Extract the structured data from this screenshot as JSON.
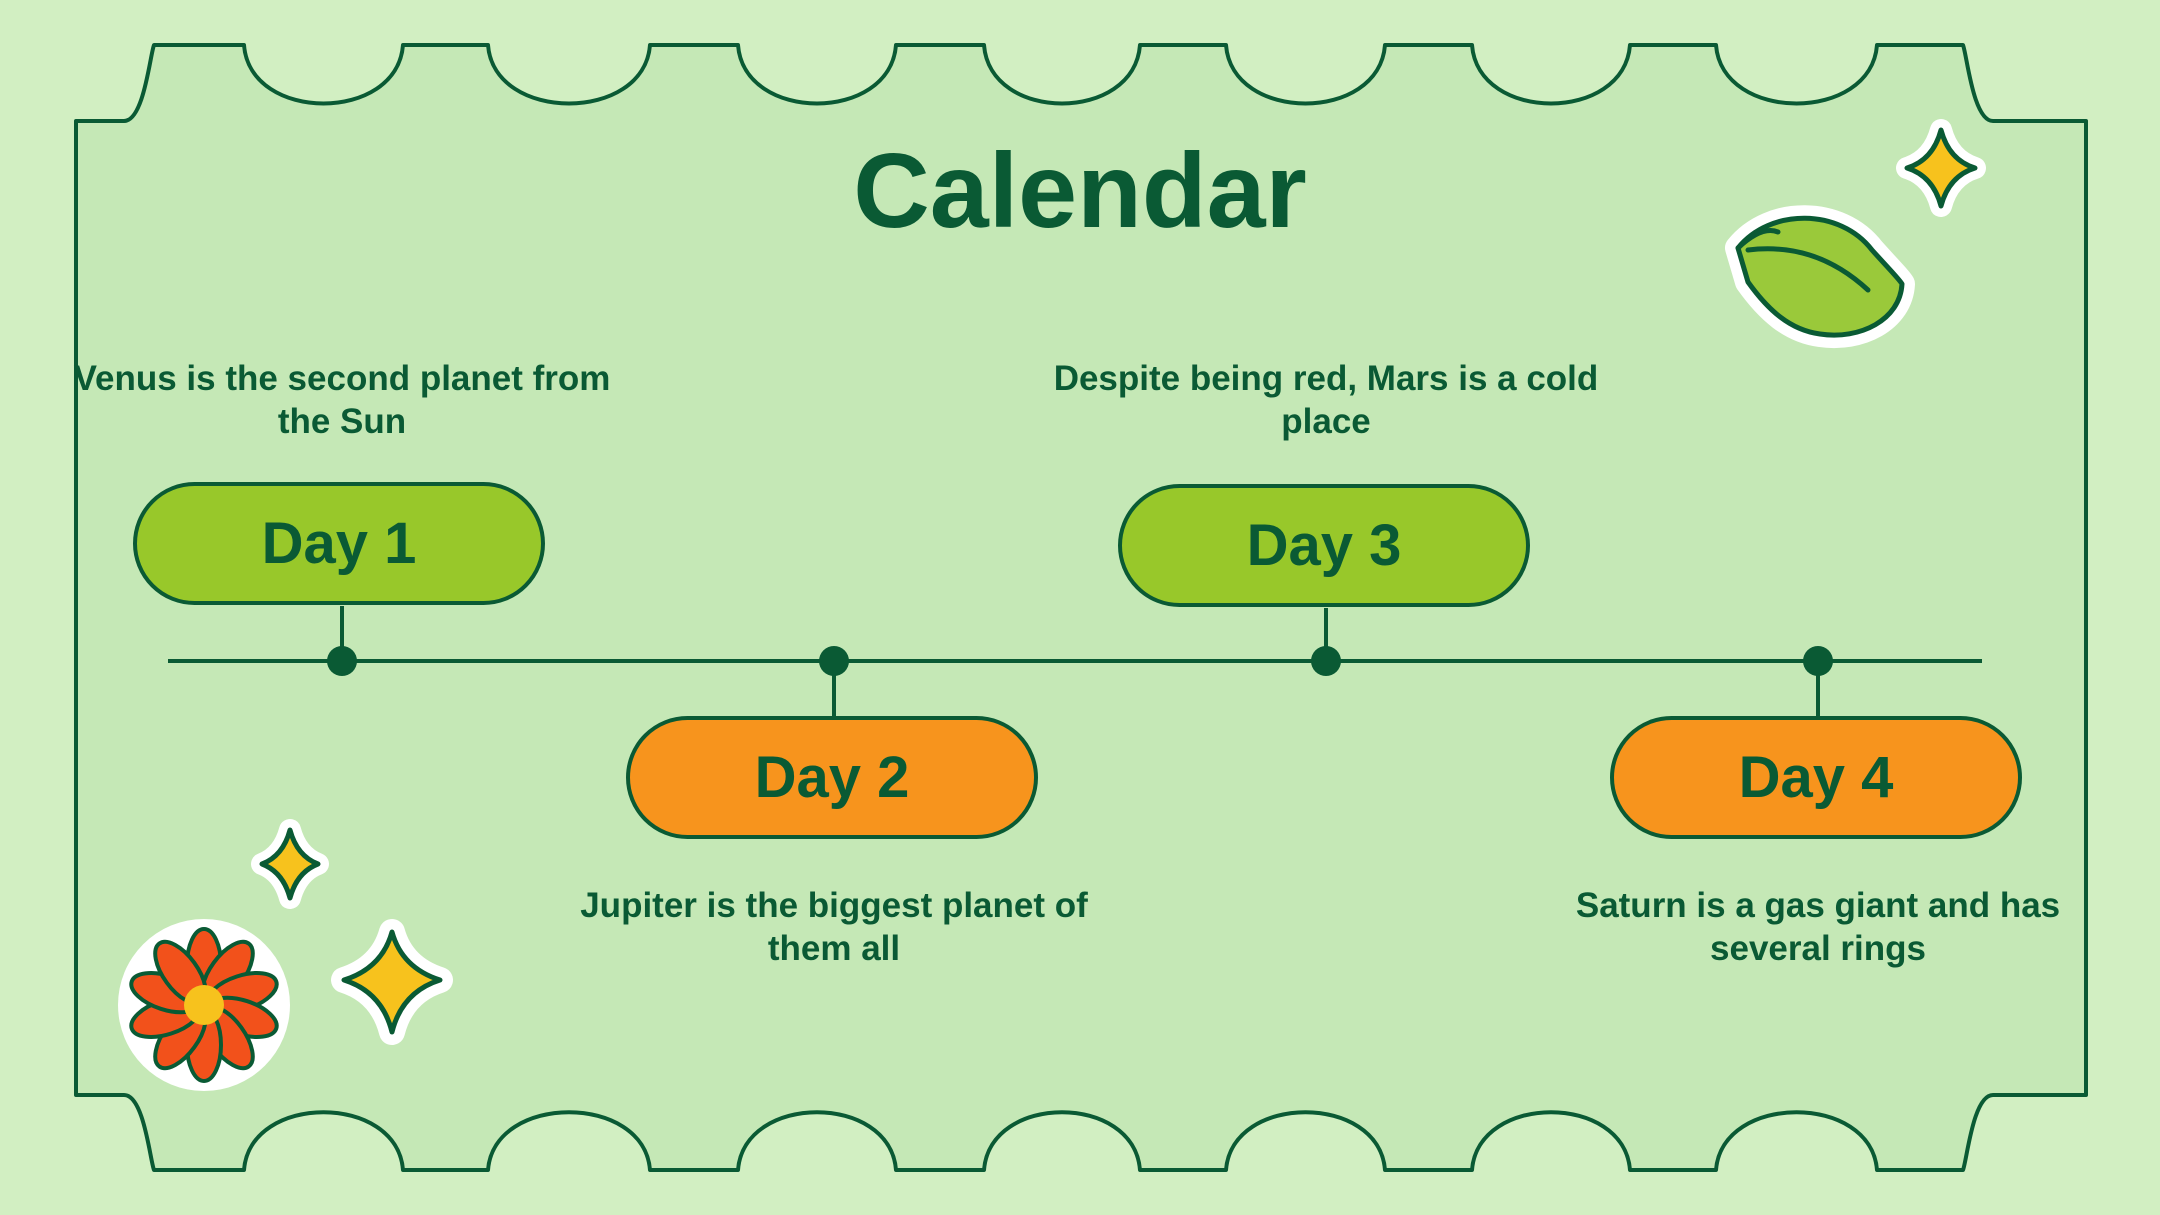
{
  "title": "Calendar",
  "colors": {
    "background": "#d2efc2",
    "panel": "#c5e8b6",
    "ink": "#0a5a34",
    "green_pill": "#98c82a",
    "orange_pill": "#f7941d",
    "star": "#f7c21d",
    "flower": "#f2511b"
  },
  "timeline": [
    {
      "label": "Day 1",
      "text": "Venus is the second planet from the Sun"
    },
    {
      "label": "Day 2",
      "text": "Jupiter is the biggest planet of them all"
    },
    {
      "label": "Day 3",
      "text": "Despite being red, Mars is a cold place"
    },
    {
      "label": "Day 4",
      "text": "Saturn is a gas giant and has several rings"
    }
  ],
  "decorations": [
    "leaf-sticker-icon",
    "sparkle-star-icon",
    "flower-sticker-icon"
  ]
}
